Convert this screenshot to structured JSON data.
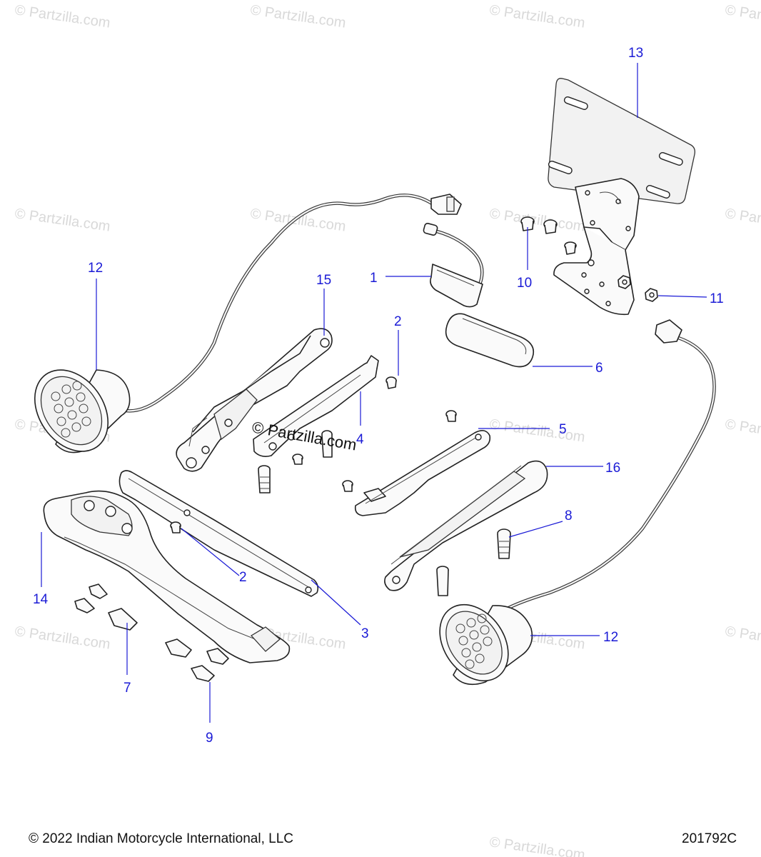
{
  "watermark": "© Partzilla.com",
  "footer": {
    "copyright": "© 2022 Indian Motorcycle International, LLC",
    "diagram_id": "201792C"
  },
  "callouts": {
    "c1": "1",
    "c2a": "2",
    "c2b": "2",
    "c3": "3",
    "c4": "4",
    "c5": "5",
    "c6": "6",
    "c7": "7",
    "c8": "8",
    "c9": "9",
    "c10": "10",
    "c11": "11",
    "c12a": "12",
    "c12b": "12",
    "c13": "13",
    "c14": "14",
    "c15": "15",
    "c16": "16"
  },
  "colors": {
    "callout": "#1a1ad6",
    "watermark": "#d9d9d9",
    "linework": "#222222"
  }
}
